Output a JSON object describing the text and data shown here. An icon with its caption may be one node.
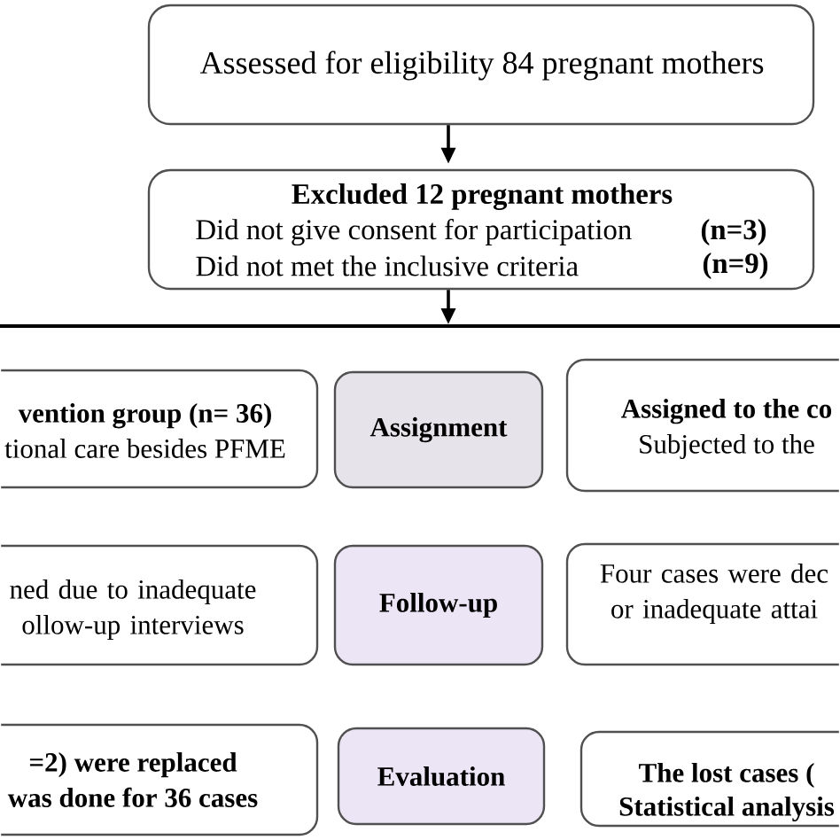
{
  "diagram": {
    "nodes": [
      {
        "text": [
          "Assessed for eligibility 84 pregnant mothers"
        ]
      },
      {
        "text": [
          "Excluded 12 pregnant mothers",
          "Did not give consent for participation",
          "(n=3)",
          "Did not met the inclusive criteria",
          "(n=9)"
        ]
      },
      {
        "text": [
          "vention group (n= 36)",
          "tional care besides PFME"
        ]
      },
      {
        "text": [
          "Assignment"
        ]
      },
      {
        "text": [
          "Assigned to the co",
          "Subjected to the"
        ]
      },
      {
        "text": [
          "ned due to inadequate ollow-up interviews"
        ]
      },
      {
        "text": [
          "Follow-up"
        ]
      },
      {
        "text": [
          "Four cases were dec or inadequate attai"
        ]
      },
      {
        "text": [
          "=2) were replaced",
          "was done for 36 cases"
        ]
      },
      {
        "text": [
          "Evaluation"
        ]
      },
      {
        "text": [
          "The lost cases (",
          "Statistical analysis"
        ]
      }
    ],
    "edges": [
      {
        "from": 0,
        "to": 1,
        "arrow": "to"
      },
      {
        "from": 1,
        "to": null,
        "arrow": "to"
      }
    ]
  }
}
